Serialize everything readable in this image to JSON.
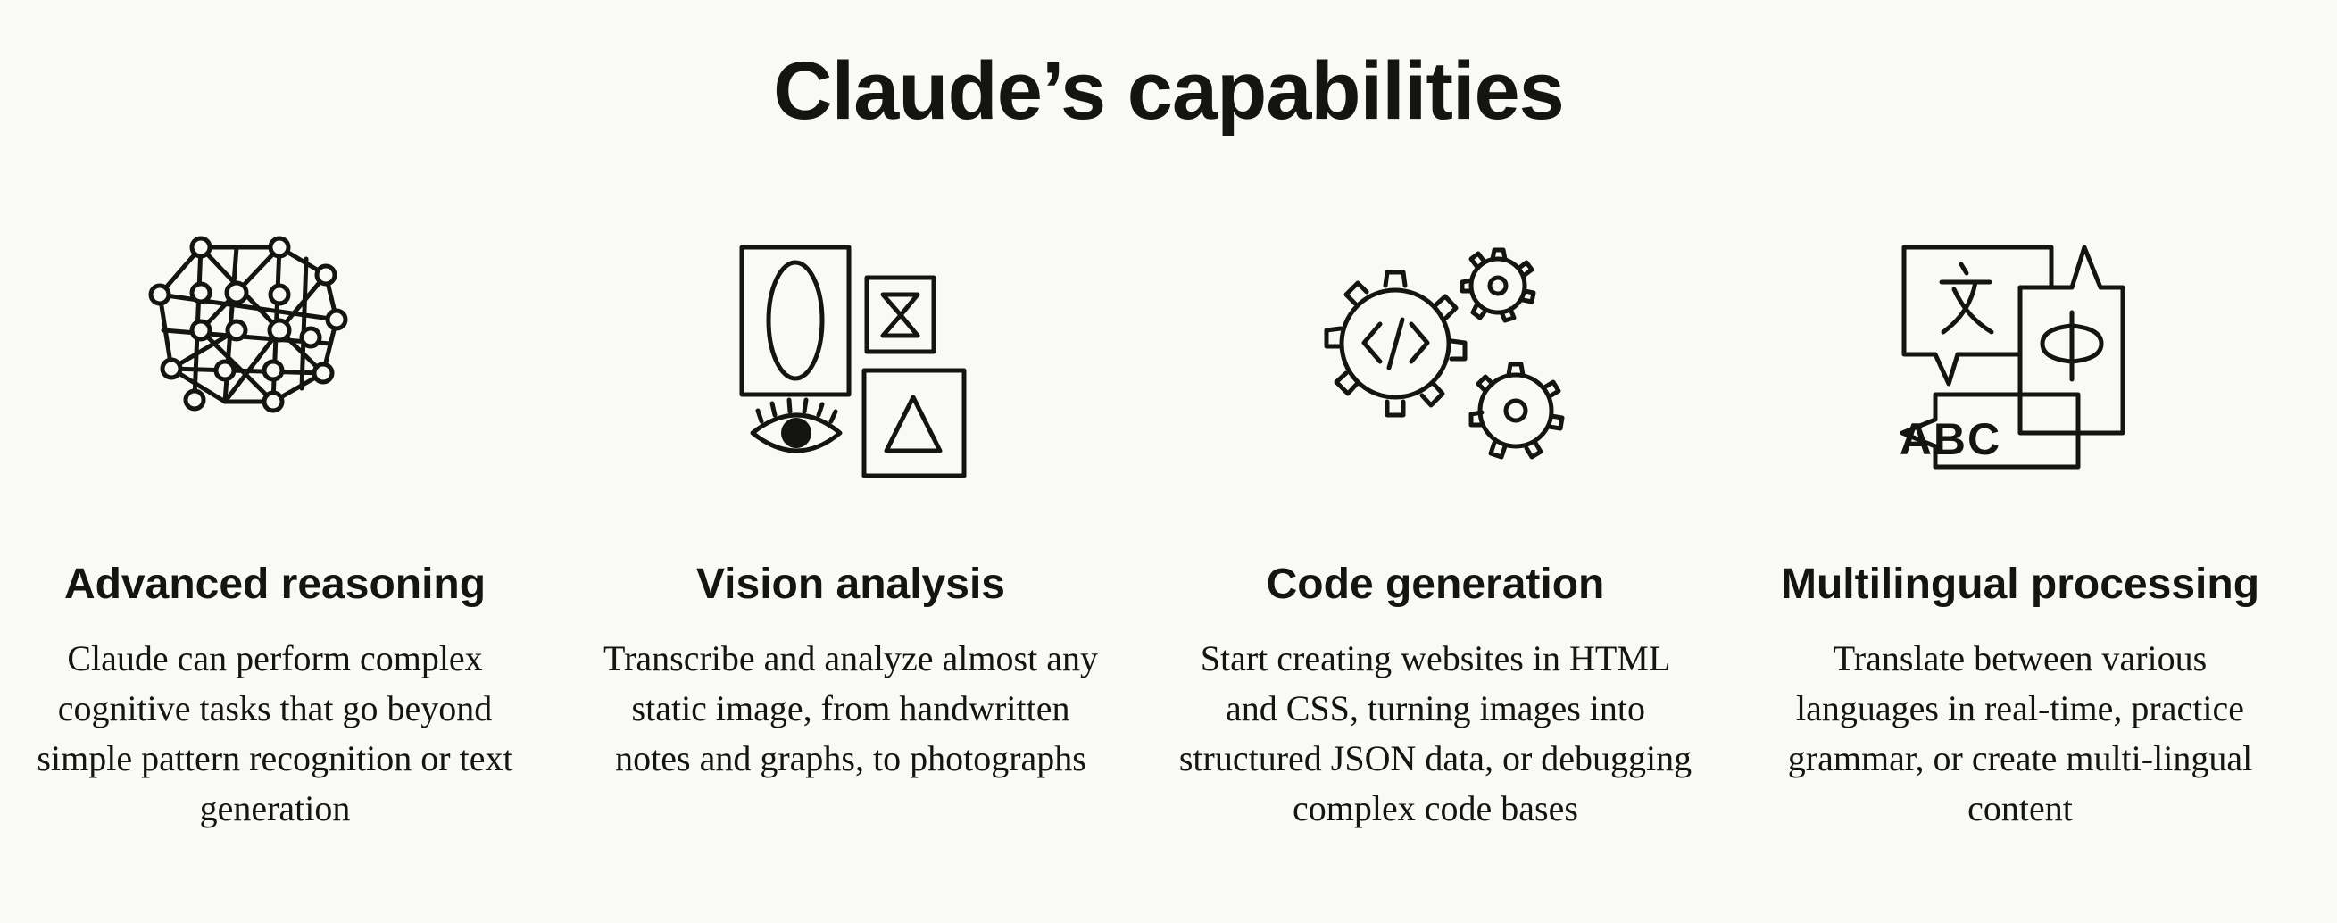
{
  "page": {
    "title": "Claude’s capabilities"
  },
  "cards": [
    {
      "icon": "network-graph-icon",
      "title": "Advanced reasoning",
      "description": "Claude can perform complex cognitive tasks that go beyond simple pattern recognition or text generation"
    },
    {
      "icon": "vision-frames-eye-icon",
      "title": "Vision analysis",
      "description": "Transcribe and analyze almost any static image, from handwritten notes and graphs, to photographs"
    },
    {
      "icon": "code-gears-icon",
      "title": "Code generation",
      "description": "Start creating websites in HTML and CSS, turning images into structured JSON data, or debugging complex code bases"
    },
    {
      "icon": "translation-bubbles-icon",
      "title": "Multilingual processing",
      "description": "Translate between various languages in real-time, practice grammar, or create multi-lingual content",
      "icon_labels": [
        "文",
        "Φ",
        "ABC"
      ]
    }
  ],
  "colors": {
    "background": "#f9f9f7",
    "ink": "#141413"
  }
}
